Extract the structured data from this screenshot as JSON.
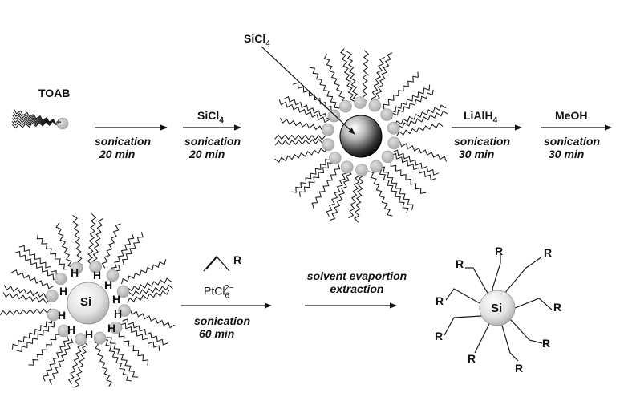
{
  "corner_text": "",
  "reagents": {
    "toab": "TOAB",
    "plus": "+",
    "sicl4_top": "SiCl",
    "sicl4_top_sub": "4",
    "sicl4_step": "SiCl",
    "sicl4_step_sub": "4",
    "lialh4": "LiAlH",
    "lialh4_sub": "4",
    "meoh": "MeOH",
    "alkene_r": "R",
    "ptcl": "PtCl",
    "ptcl_sub": "6",
    "ptcl_sup": "2−"
  },
  "steps": {
    "s1_line1": "sonication",
    "s1_line2": "20 min",
    "s2_line1": "sonication",
    "s2_line2": "20 min",
    "s3_line1": "sonication",
    "s3_line2": "30 min",
    "s4_line1": "sonication",
    "s4_line2": "30 min",
    "s5_line1": "sonication",
    "s5_line2": "60 min",
    "s6_line1": "solvent evaportion",
    "s6_line2": "extraction"
  },
  "particles": {
    "si_hydride": "Si",
    "si_final": "Si",
    "h_atom": "H",
    "r_group": "R"
  },
  "colors": {
    "head_gray": "#b9b9b9",
    "line": "#1a1a1a"
  }
}
